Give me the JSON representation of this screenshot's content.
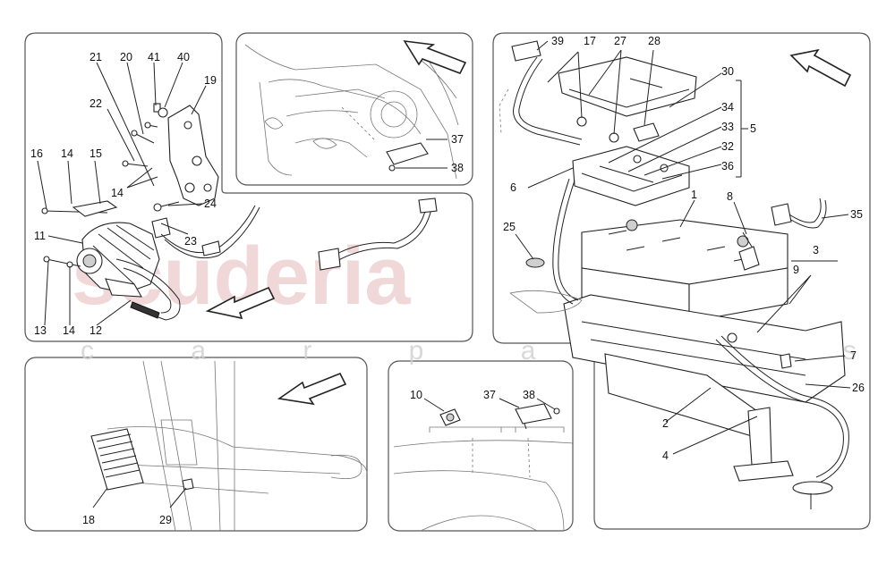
{
  "watermark": {
    "main": "scuderia",
    "sub": "c a r  p a r t s"
  },
  "colors": {
    "watermark": "#e7b9b9",
    "line": "#222222",
    "panel_border": "#555555"
  },
  "labels": {
    "p1": [
      "21",
      "20",
      "41",
      "40",
      "19",
      "22",
      "16",
      "14",
      "15",
      "14",
      "24",
      "23",
      "11",
      "13",
      "14",
      "12"
    ],
    "p2": [
      "37",
      "38"
    ],
    "p4": [
      "18",
      "29"
    ],
    "p5": [
      "10",
      "37",
      "38"
    ],
    "p6": [
      "39",
      "17",
      "27",
      "28",
      "30",
      "5",
      "34",
      "33",
      "32",
      "36",
      "6",
      "1",
      "8",
      "35",
      "25",
      "3",
      "9",
      "7",
      "26",
      "2",
      "4"
    ]
  }
}
